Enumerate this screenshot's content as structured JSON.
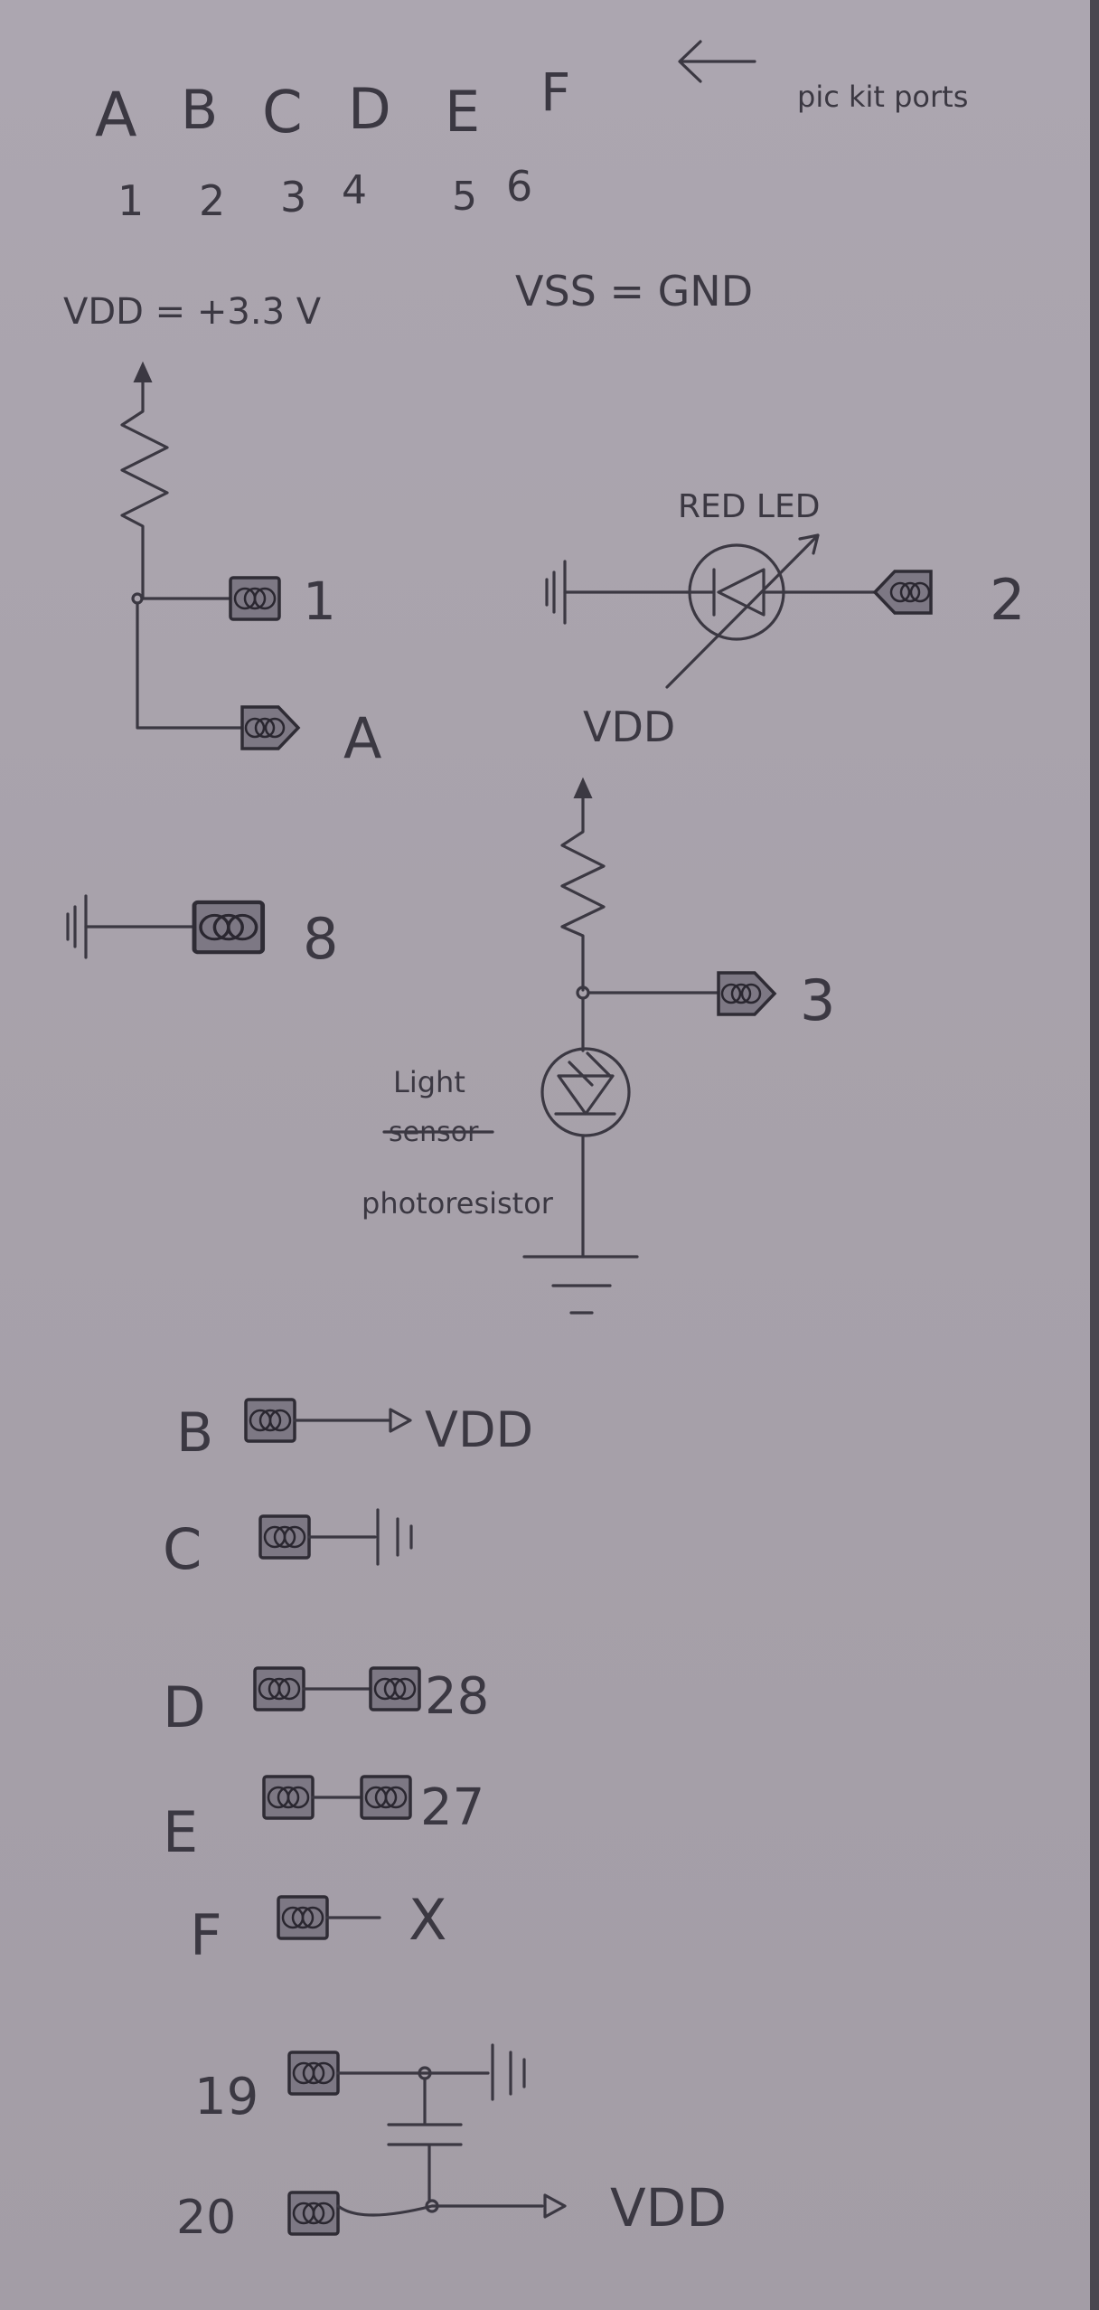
{
  "header": {
    "port_letters": [
      "A",
      "B",
      "C",
      "D",
      "E",
      "F"
    ],
    "port_numbers": [
      "1",
      "2",
      "3",
      "4",
      "5",
      "6"
    ],
    "arrow_note": "pic kit ports"
  },
  "supplies": {
    "vdd_label": "VDD = +3.3 V",
    "vss_label": "VSS = GND"
  },
  "circuit_a": {
    "port_numeric": "1",
    "port_letter": "A"
  },
  "circuit_led": {
    "component_label": "RED LED",
    "port": "2"
  },
  "circuit_ground_8": {
    "port": "8"
  },
  "circuit_light": {
    "supply_label": "VDD",
    "port": "3",
    "sensor_label": "Light",
    "struck_label": "sensor",
    "sensor_type": "photoresistor"
  },
  "connections": [
    {
      "port": "B",
      "target": "VDD"
    },
    {
      "port": "C",
      "target": ""
    },
    {
      "port": "D",
      "target": "28"
    },
    {
      "port": "E",
      "target": "27"
    },
    {
      "port": "F",
      "target": "X"
    }
  ],
  "decoupling": {
    "port_top": "19",
    "port_bottom": "20",
    "supply_label": "VDD"
  }
}
